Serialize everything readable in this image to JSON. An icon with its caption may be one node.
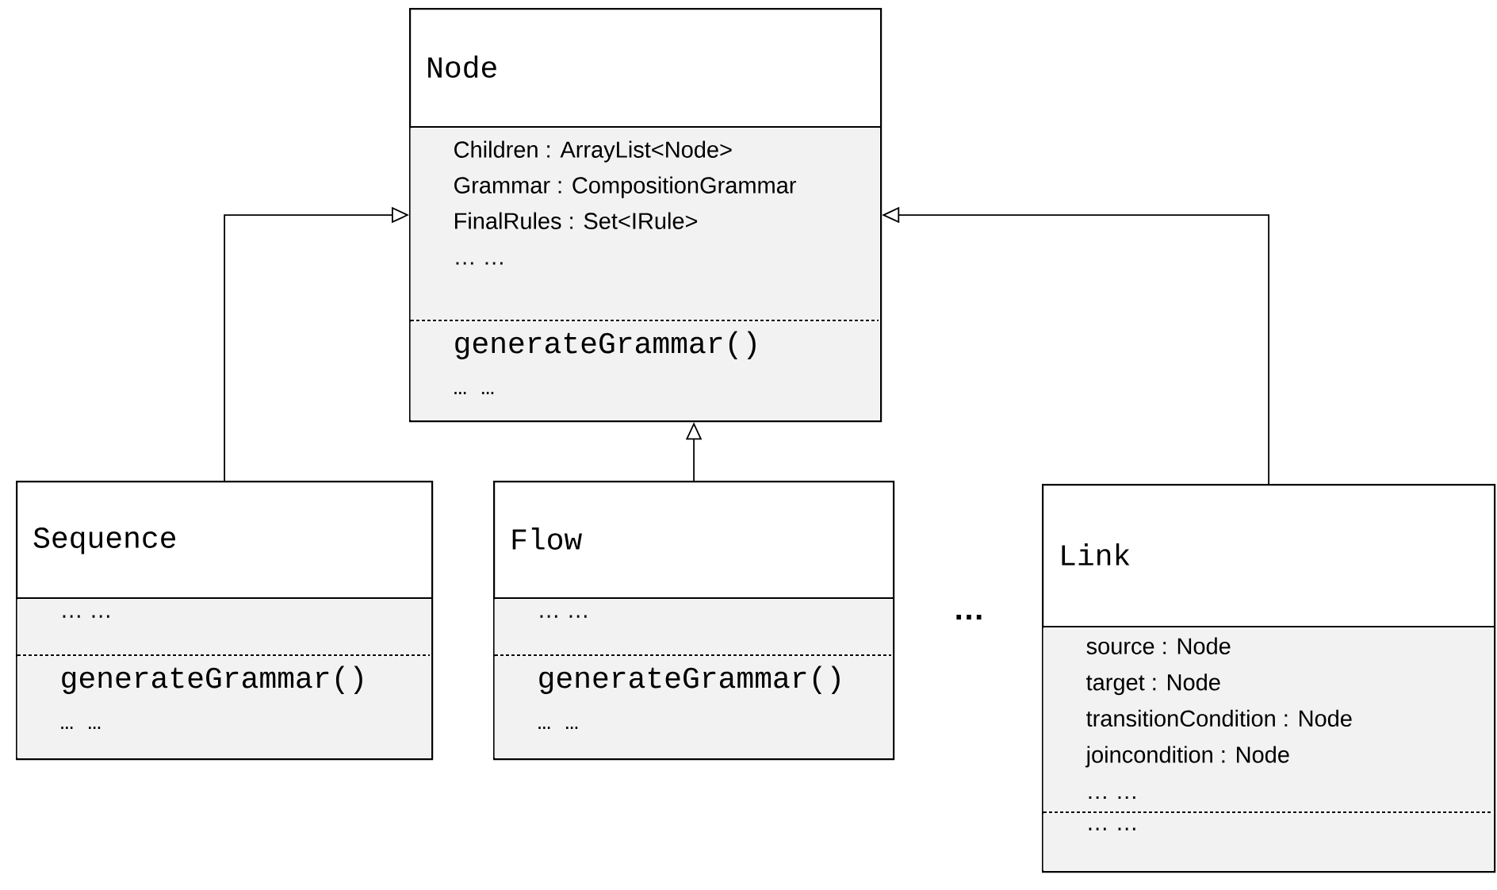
{
  "diagram": {
    "nodes": [
      {
        "text": [
          "Node"
        ]
      },
      {
        "text": [
          "Children : ArrayList<Node>",
          "Grammar : CompositionGrammar",
          "FinalRules : Set<IRule>",
          "… …"
        ],
        "in": 0
      },
      {
        "text": [
          "generateGrammar()",
          "… …"
        ],
        "in": 0
      },
      {
        "text": [
          "Sequence"
        ]
      },
      {
        "text": [
          "… …"
        ],
        "in": 3
      },
      {
        "text": [
          "generateGrammar()",
          "… …"
        ],
        "in": 3
      },
      {
        "text": [
          "Flow"
        ]
      },
      {
        "text": [
          "… …"
        ],
        "in": 6
      },
      {
        "text": [
          "generateGrammar()",
          "… …"
        ],
        "in": 6
      },
      {
        "text": [
          "Link"
        ]
      },
      {
        "text": [
          "source : Node",
          "target : Node",
          "transitionCondition : Node",
          "joincondition : Node",
          "… …"
        ],
        "in": 9
      },
      {
        "text": [
          "… …"
        ],
        "in": 9
      }
    ],
    "edges": [
      {
        "from": 3,
        "to": 0,
        "arrow": "to"
      },
      {
        "from": 6,
        "to": 0,
        "arrow": "to"
      },
      {
        "from": 9,
        "to": 0,
        "arrow": "to"
      }
    ],
    "labels": [
      "…"
    ]
  }
}
